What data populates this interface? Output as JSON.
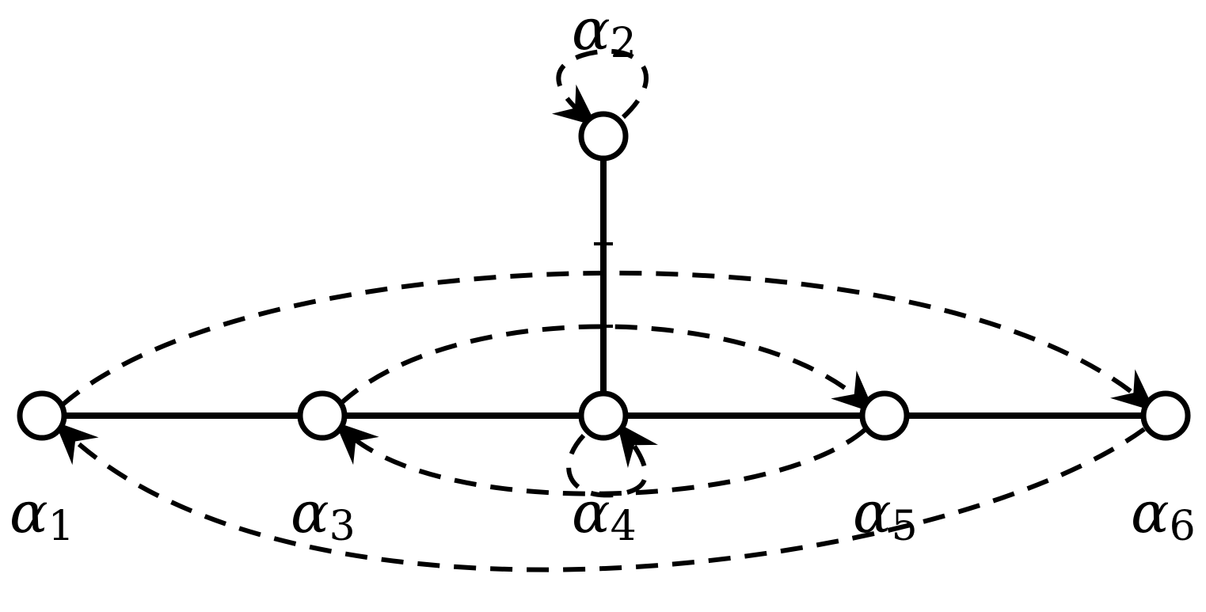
{
  "diagram": {
    "nodes": [
      {
        "id": "a1",
        "symbol": "α",
        "index": "1"
      },
      {
        "id": "a2",
        "symbol": "α",
        "index": "2"
      },
      {
        "id": "a3",
        "symbol": "α",
        "index": "3"
      },
      {
        "id": "a4",
        "symbol": "α",
        "index": "4"
      },
      {
        "id": "a5",
        "symbol": "α",
        "index": "5"
      },
      {
        "id": "a6",
        "symbol": "α",
        "index": "6"
      }
    ],
    "edges": [
      {
        "from": "a1",
        "to": "a3",
        "style": "solid"
      },
      {
        "from": "a3",
        "to": "a4",
        "style": "solid"
      },
      {
        "from": "a4",
        "to": "a5",
        "style": "solid"
      },
      {
        "from": "a5",
        "to": "a6",
        "style": "solid"
      },
      {
        "from": "a4",
        "to": "a2",
        "style": "solid"
      }
    ],
    "arrows": [
      {
        "from": "a1",
        "to": "a6",
        "style": "dashed"
      },
      {
        "from": "a6",
        "to": "a1",
        "style": "dashed"
      },
      {
        "from": "a3",
        "to": "a5",
        "style": "dashed"
      },
      {
        "from": "a5",
        "to": "a3",
        "style": "dashed"
      },
      {
        "from": "a2",
        "to": "a2",
        "style": "dashed-loop"
      },
      {
        "from": "a4",
        "to": "a4",
        "style": "dashed-loop"
      }
    ]
  }
}
